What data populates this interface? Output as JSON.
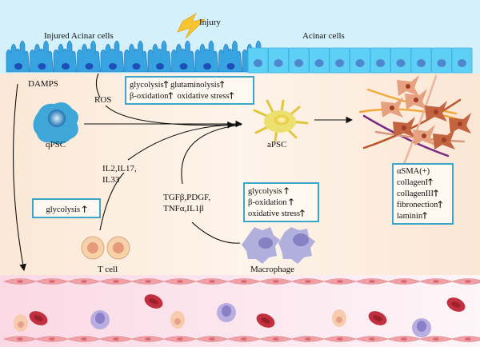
{
  "labels": {
    "injured_acinar": "Injured Acinar cells",
    "injury": "Injury",
    "acinar": "Acinar cells",
    "damps": "DAMPS",
    "ros": "ROS",
    "qpsc": "qPSC",
    "apsc": "aPSC",
    "tcell_signals_1": "IL2,IL17,",
    "tcell_signals_2": "IL33",
    "macro_signals_1": "TGFβ,PDGF,",
    "macro_signals_2": "TNFα,IL1β",
    "tcell": "T cell",
    "macrophage": "Macrophage"
  },
  "up_arrow": "🡑",
  "boxes": {
    "apsc_metabolism": [
      "glycolysis",
      "glutaminolysis",
      "β-oxidation",
      "oxidative stress"
    ],
    "tcell_metabolism": [
      "glycolysis"
    ],
    "macrophage_metabolism": [
      "glycolysis",
      "β-oxidation",
      "oxidative stress"
    ],
    "fibrosis_markers": [
      "αSMA(+)",
      "collagenI",
      "collagenIII",
      "fibronection",
      "laminin"
    ]
  },
  "colors": {
    "sky": "#d3f0fb",
    "tissue": "#fdf1e4",
    "box_border": "#3aa6c9",
    "vessel": "#fbe2ea",
    "rbc": "#c0303e"
  }
}
